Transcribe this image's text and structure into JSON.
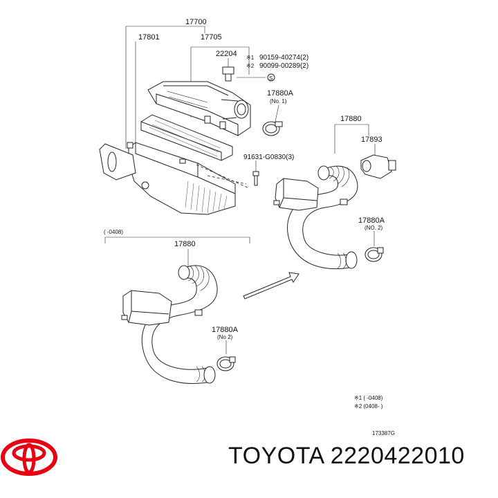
{
  "diagram": {
    "labels": {
      "p17700": "17700",
      "p17801": "17801",
      "p17705": "17705",
      "p22204": "22204",
      "ref1_mark": "※1",
      "ref1_part": "90159-40274(2)",
      "ref2_mark": "※2",
      "ref2_part": "90099-00289(2)",
      "circled_s": "S",
      "p17880A_top": "17880A",
      "no1": "(No. 1)",
      "p17880_right": "17880",
      "p17893": "17893",
      "bolt": "91631-G0830(3)",
      "p17880A_right": "17880A",
      "no2_right": "(NO. 2)",
      "range_left": "(      -0408)",
      "p17880_left": "17880",
      "p17880A_bottom": "17880A",
      "no2_bottom": "(No 2)",
      "note1": "※1 (      -0408)",
      "note2": "※2 (0408-      )",
      "code": "173387G"
    }
  },
  "brand": {
    "logo": "toyota-logo",
    "text": "TOYOTA 2220422010",
    "color": "#e60012"
  }
}
